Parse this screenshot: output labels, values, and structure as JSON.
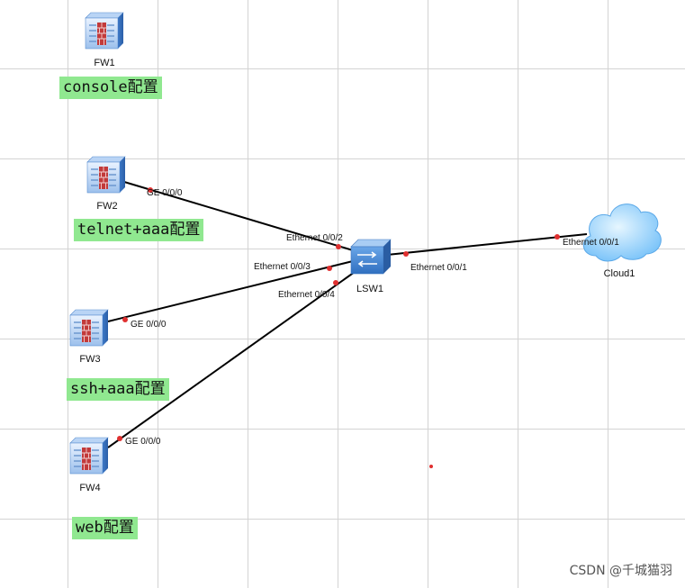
{
  "devices": {
    "fw1": "FW1",
    "fw2": "FW2",
    "fw3": "FW3",
    "fw4": "FW4",
    "lsw1": "LSW1",
    "cloud1": "Cloud1"
  },
  "ports": {
    "fw2_gi": "GE 0/0/0",
    "fw3_ge": "GE 0/0/0",
    "fw4_ge": "GE 0/0/0",
    "lsw_e2": "Ethernet 0/0/2",
    "lsw_e3": "Ethernet 0/0/3",
    "lsw_e4": "Ethernet 0/0/4",
    "lsw_e1": "Ethernet 0/0/1",
    "cloud_e1": "Ethernet 0/0/1"
  },
  "notes": {
    "fw1": "console配置",
    "fw2": "telnet+aaa配置",
    "fw3": "ssh+aaa配置",
    "fw4": "web配置"
  },
  "watermark": "CSDN @千城猫羽",
  "colors": {
    "note_bg": "#90e890",
    "port_dot": "#e03030",
    "link": "#000000",
    "device_blue": "#5b8fd0",
    "cloud": "#7ec8ff"
  }
}
